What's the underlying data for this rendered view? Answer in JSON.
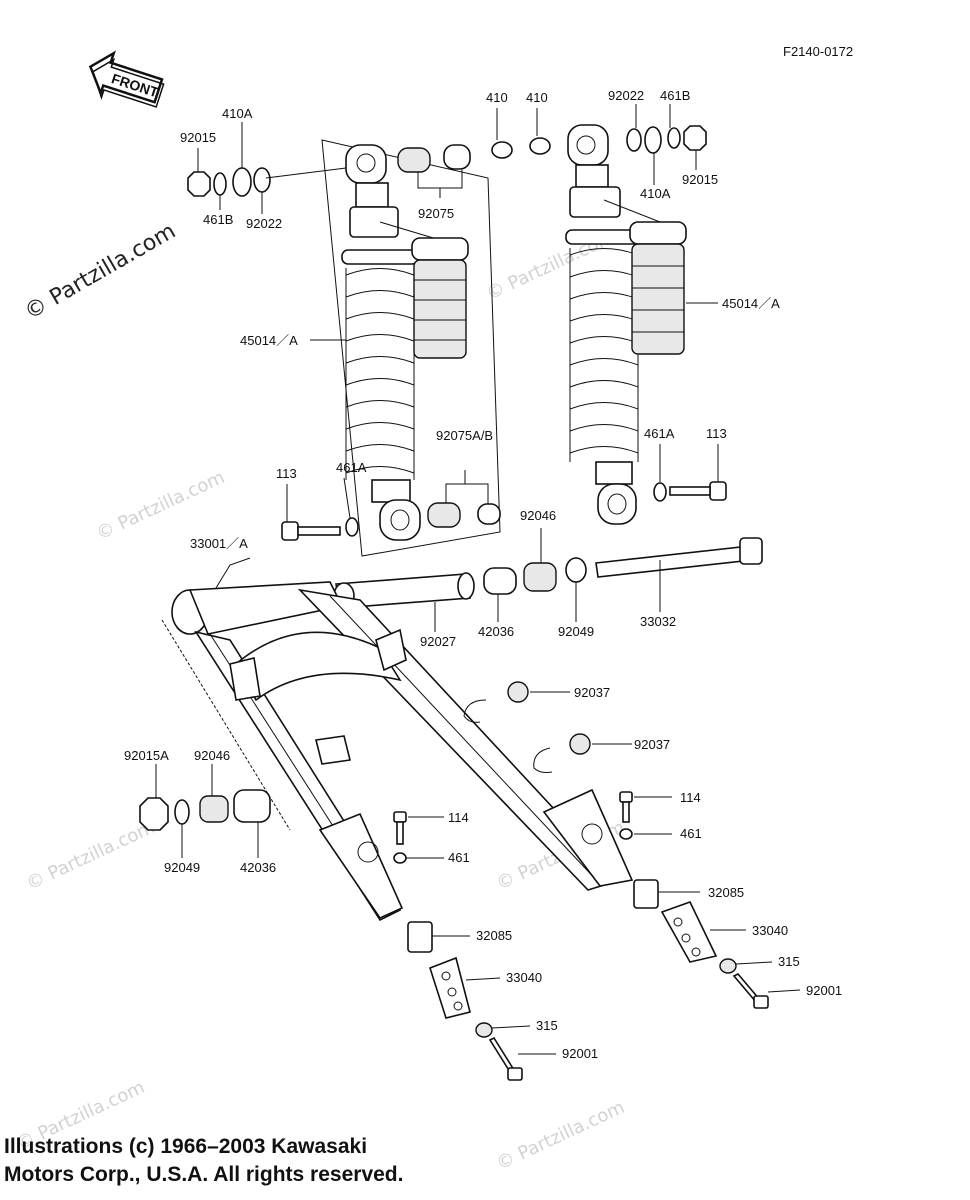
{
  "figure_code": "F2140-0172",
  "front_label": "FRONT",
  "watermarks": {
    "main": "© Partzilla.com",
    "faint": "© Partzilla.com"
  },
  "copyright": {
    "line1": "Illustrations (c) 1966–2003 Kawasaki",
    "line2": "Motors Corp., U.S.A.  All rights reserved."
  },
  "labels": {
    "l92015_left": "92015",
    "l410A_left": "410A",
    "l461B_left": "461B",
    "l92022_left": "92022",
    "l410_a": "410",
    "l410_b": "410",
    "l92022_right": "92022",
    "l461B_right": "461B",
    "l410A_right": "410A",
    "l92015_right": "92015",
    "l92075": "92075",
    "l45014_left": "45014／A",
    "l45014_right": "45014／A",
    "l92075AB": "92075A/B",
    "l113_left": "113",
    "l461A_left": "461A",
    "l461A_right": "461A",
    "l113_right": "113",
    "l33001": "33001／A",
    "l92046_top": "92046",
    "l92027": "92027",
    "l42036_top": "42036",
    "l92049_top": "92049",
    "l33032": "33032",
    "l92037_a": "92037",
    "l92037_b": "92037",
    "l92015A": "92015A",
    "l92046_left": "92046",
    "l92049_left": "92049",
    "l42036_left": "42036",
    "l114_left": "114",
    "l461_left": "461",
    "l114_right": "114",
    "l461_right": "461",
    "l32085_right": "32085",
    "l33040_right": "33040",
    "l315_right": "315",
    "l92001_right": "92001",
    "l32085_left": "32085",
    "l33040_left": "33040",
    "l315_left": "315",
    "l92001_left": "92001"
  }
}
